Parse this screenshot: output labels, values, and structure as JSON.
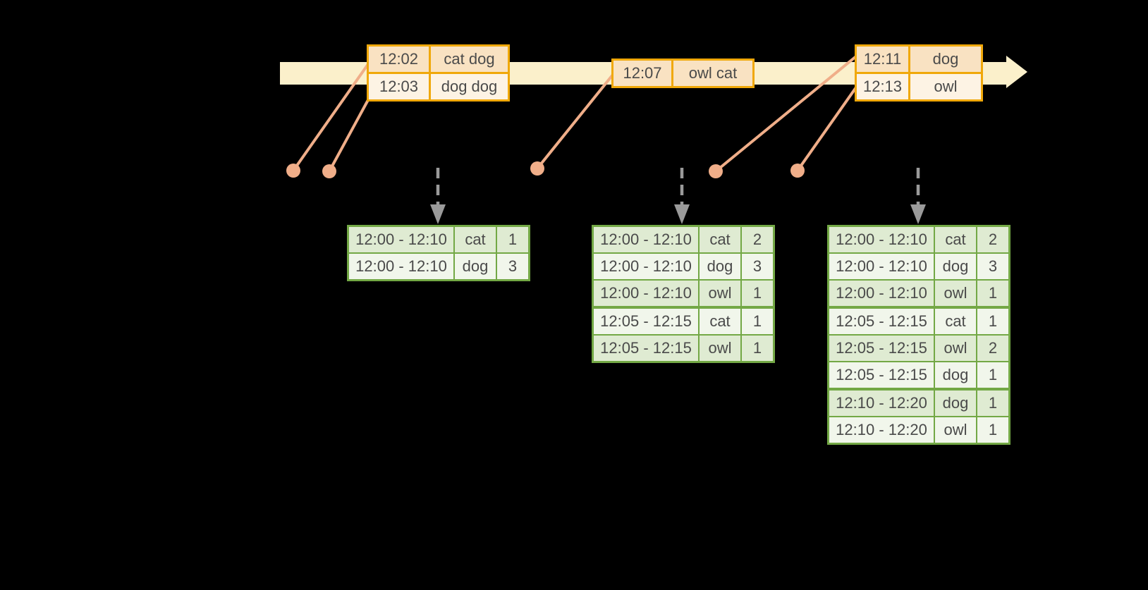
{
  "colors": {
    "band": "#FBF0CB",
    "gold": "#F0A80A",
    "peach_dark": "#F9E2C2",
    "peach_light": "#FDF3E4",
    "green": "#73A845",
    "green_dark": "#DFEBD2",
    "green_light": "#F1F6EB",
    "salmon": "#F0AE89",
    "arrow_gray": "#9A9A9A",
    "text": "#4A4A4A"
  },
  "icons": {
    "timeline_arrowhead": "right-arrow",
    "event_marker": "dot",
    "trigger_arrow": "dashed-down-arrow"
  },
  "input_tables": [
    {
      "rows": [
        {
          "time": "12:02",
          "words": "cat dog"
        },
        {
          "time": "12:03",
          "words": "dog dog"
        }
      ]
    },
    {
      "rows": [
        {
          "time": "12:07",
          "words": "owl cat"
        }
      ]
    },
    {
      "rows": [
        {
          "time": "12:11",
          "words": "dog"
        },
        {
          "time": "12:13",
          "words": "owl"
        }
      ]
    }
  ],
  "result_tables": [
    {
      "rows": [
        {
          "window": "12:00 - 12:10",
          "word": "cat",
          "count": "1"
        },
        {
          "window": "12:00 - 12:10",
          "word": "dog",
          "count": "3"
        }
      ]
    },
    {
      "rows": [
        {
          "window": "12:00 - 12:10",
          "word": "cat",
          "count": "2"
        },
        {
          "window": "12:00 - 12:10",
          "word": "dog",
          "count": "3"
        },
        {
          "window": "12:00 - 12:10",
          "word": "owl",
          "count": "1"
        },
        {
          "window": "12:05 - 12:15",
          "word": "cat",
          "count": "1"
        },
        {
          "window": "12:05 - 12:15",
          "word": "owl",
          "count": "1"
        }
      ]
    },
    {
      "rows": [
        {
          "window": "12:00 - 12:10",
          "word": "cat",
          "count": "2"
        },
        {
          "window": "12:00 - 12:10",
          "word": "dog",
          "count": "3"
        },
        {
          "window": "12:00 - 12:10",
          "word": "owl",
          "count": "1"
        },
        {
          "window": "12:05 - 12:15",
          "word": "cat",
          "count": "1"
        },
        {
          "window": "12:05 - 12:15",
          "word": "owl",
          "count": "2"
        },
        {
          "window": "12:05 - 12:15",
          "word": "dog",
          "count": "1"
        },
        {
          "window": "12:10 - 12:20",
          "word": "dog",
          "count": "1"
        },
        {
          "window": "12:10 - 12:20",
          "word": "owl",
          "count": "1"
        }
      ]
    }
  ]
}
